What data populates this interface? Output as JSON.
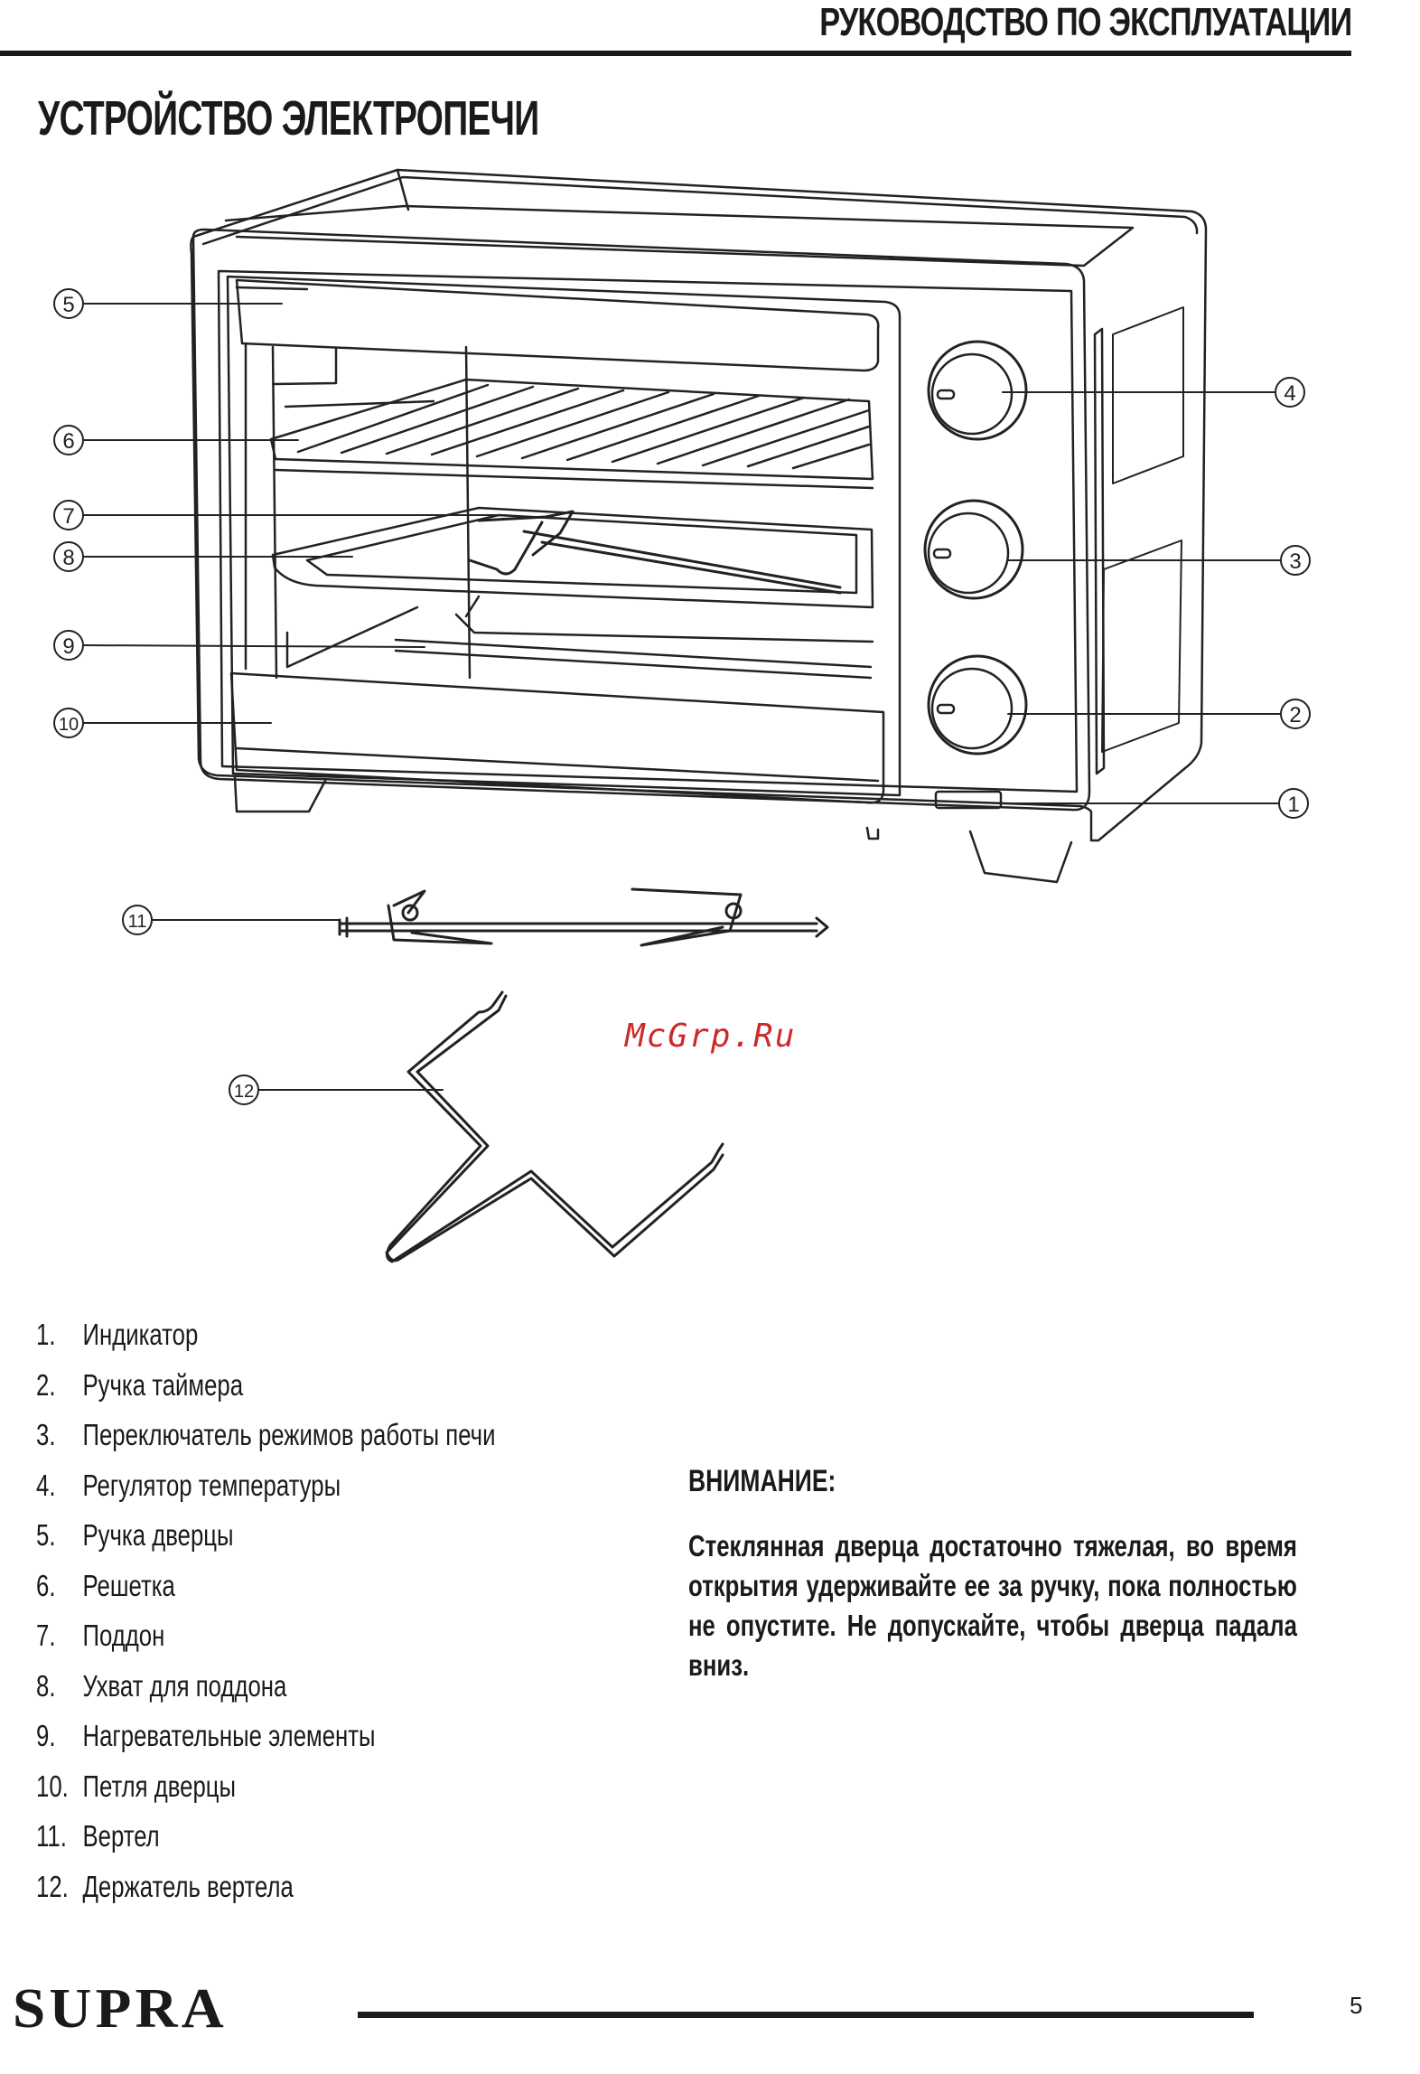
{
  "header": {
    "title": "РУКОВОДСТВО ПО ЭКСПЛУАТАЦИИ"
  },
  "section": {
    "title": "УСТРОЙСТВО ЭЛЕКТРОПЕЧИ"
  },
  "diagram": {
    "callouts": [
      "1",
      "2",
      "3",
      "4",
      "5",
      "6",
      "7",
      "8",
      "9",
      "10",
      "11",
      "12"
    ],
    "watermark": "McGrp.Ru"
  },
  "parts": [
    {
      "num": "1.",
      "label": "Индикатор"
    },
    {
      "num": "2.",
      "label": "Ручка таймера"
    },
    {
      "num": "3.",
      "label": "Переключатель режимов работы печи"
    },
    {
      "num": "4.",
      "label": "Регулятор температуры"
    },
    {
      "num": "5.",
      "label": "Ручка дверцы"
    },
    {
      "num": "6.",
      "label": "Решетка"
    },
    {
      "num": "7.",
      "label": "Поддон"
    },
    {
      "num": "8.",
      "label": "Ухват для поддона"
    },
    {
      "num": "9.",
      "label": "Нагревательные элементы"
    },
    {
      "num": "10.",
      "label": "Петля дверцы"
    },
    {
      "num": "11.",
      "label": "Вертел"
    },
    {
      "num": "12.",
      "label": "Держатель вертела"
    }
  ],
  "warning": {
    "title": "ВНИМАНИЕ:",
    "text": "Стеклянная дверца достаточно тяжелая, во время открытия удерживайте ее за ручку, пока полностью не опустите. Не допускайте, чтобы дверца падала вниз."
  },
  "footer": {
    "brand": "SUPRA",
    "page": "5"
  }
}
